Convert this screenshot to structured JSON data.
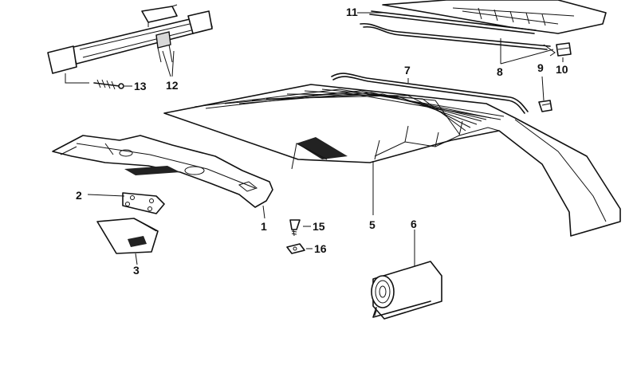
{
  "callouts": {
    "c1": "1",
    "c2": "2",
    "c3": "3",
    "c5": "5",
    "c6": "6",
    "c7": "7",
    "c8": "8",
    "c9": "9",
    "c10": "10",
    "c11": "11",
    "c12": "12",
    "c13": "13",
    "c15": "15",
    "c16": "16"
  }
}
